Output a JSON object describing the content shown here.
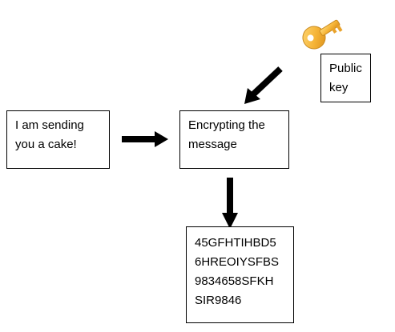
{
  "diagram": {
    "plaintext_box": {
      "lines": [
        "I am sending",
        "you a cake!"
      ]
    },
    "encryption_box": {
      "lines": [
        "Encrypting the",
        "message"
      ]
    },
    "key_box": {
      "lines": [
        "Public",
        "key"
      ]
    },
    "ciphertext_box": {
      "lines": [
        "45GFHTIHBD5",
        "6HREOIYSFBS",
        "9834658SFKH",
        "SIR9846"
      ]
    },
    "key_icon": {
      "name": "key-icon",
      "color": "#F5B335"
    },
    "arrow_color": "#000000"
  }
}
